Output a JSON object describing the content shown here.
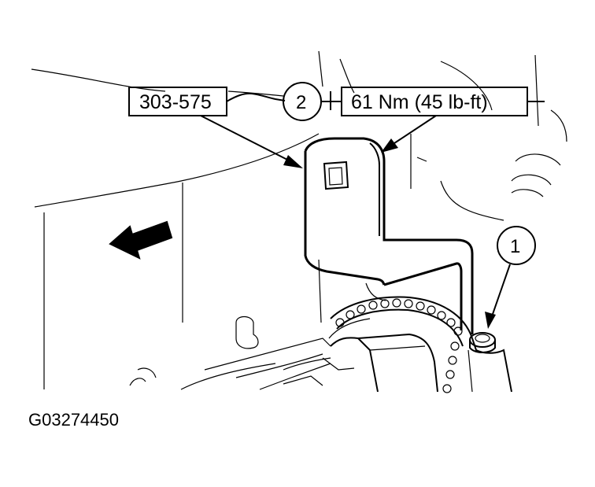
{
  "callouts": {
    "tool_number": "303-575",
    "torque_spec": "61 Nm (45 lb-ft)",
    "item_1": "1",
    "item_2": "2"
  },
  "figure_id": "G03274450"
}
